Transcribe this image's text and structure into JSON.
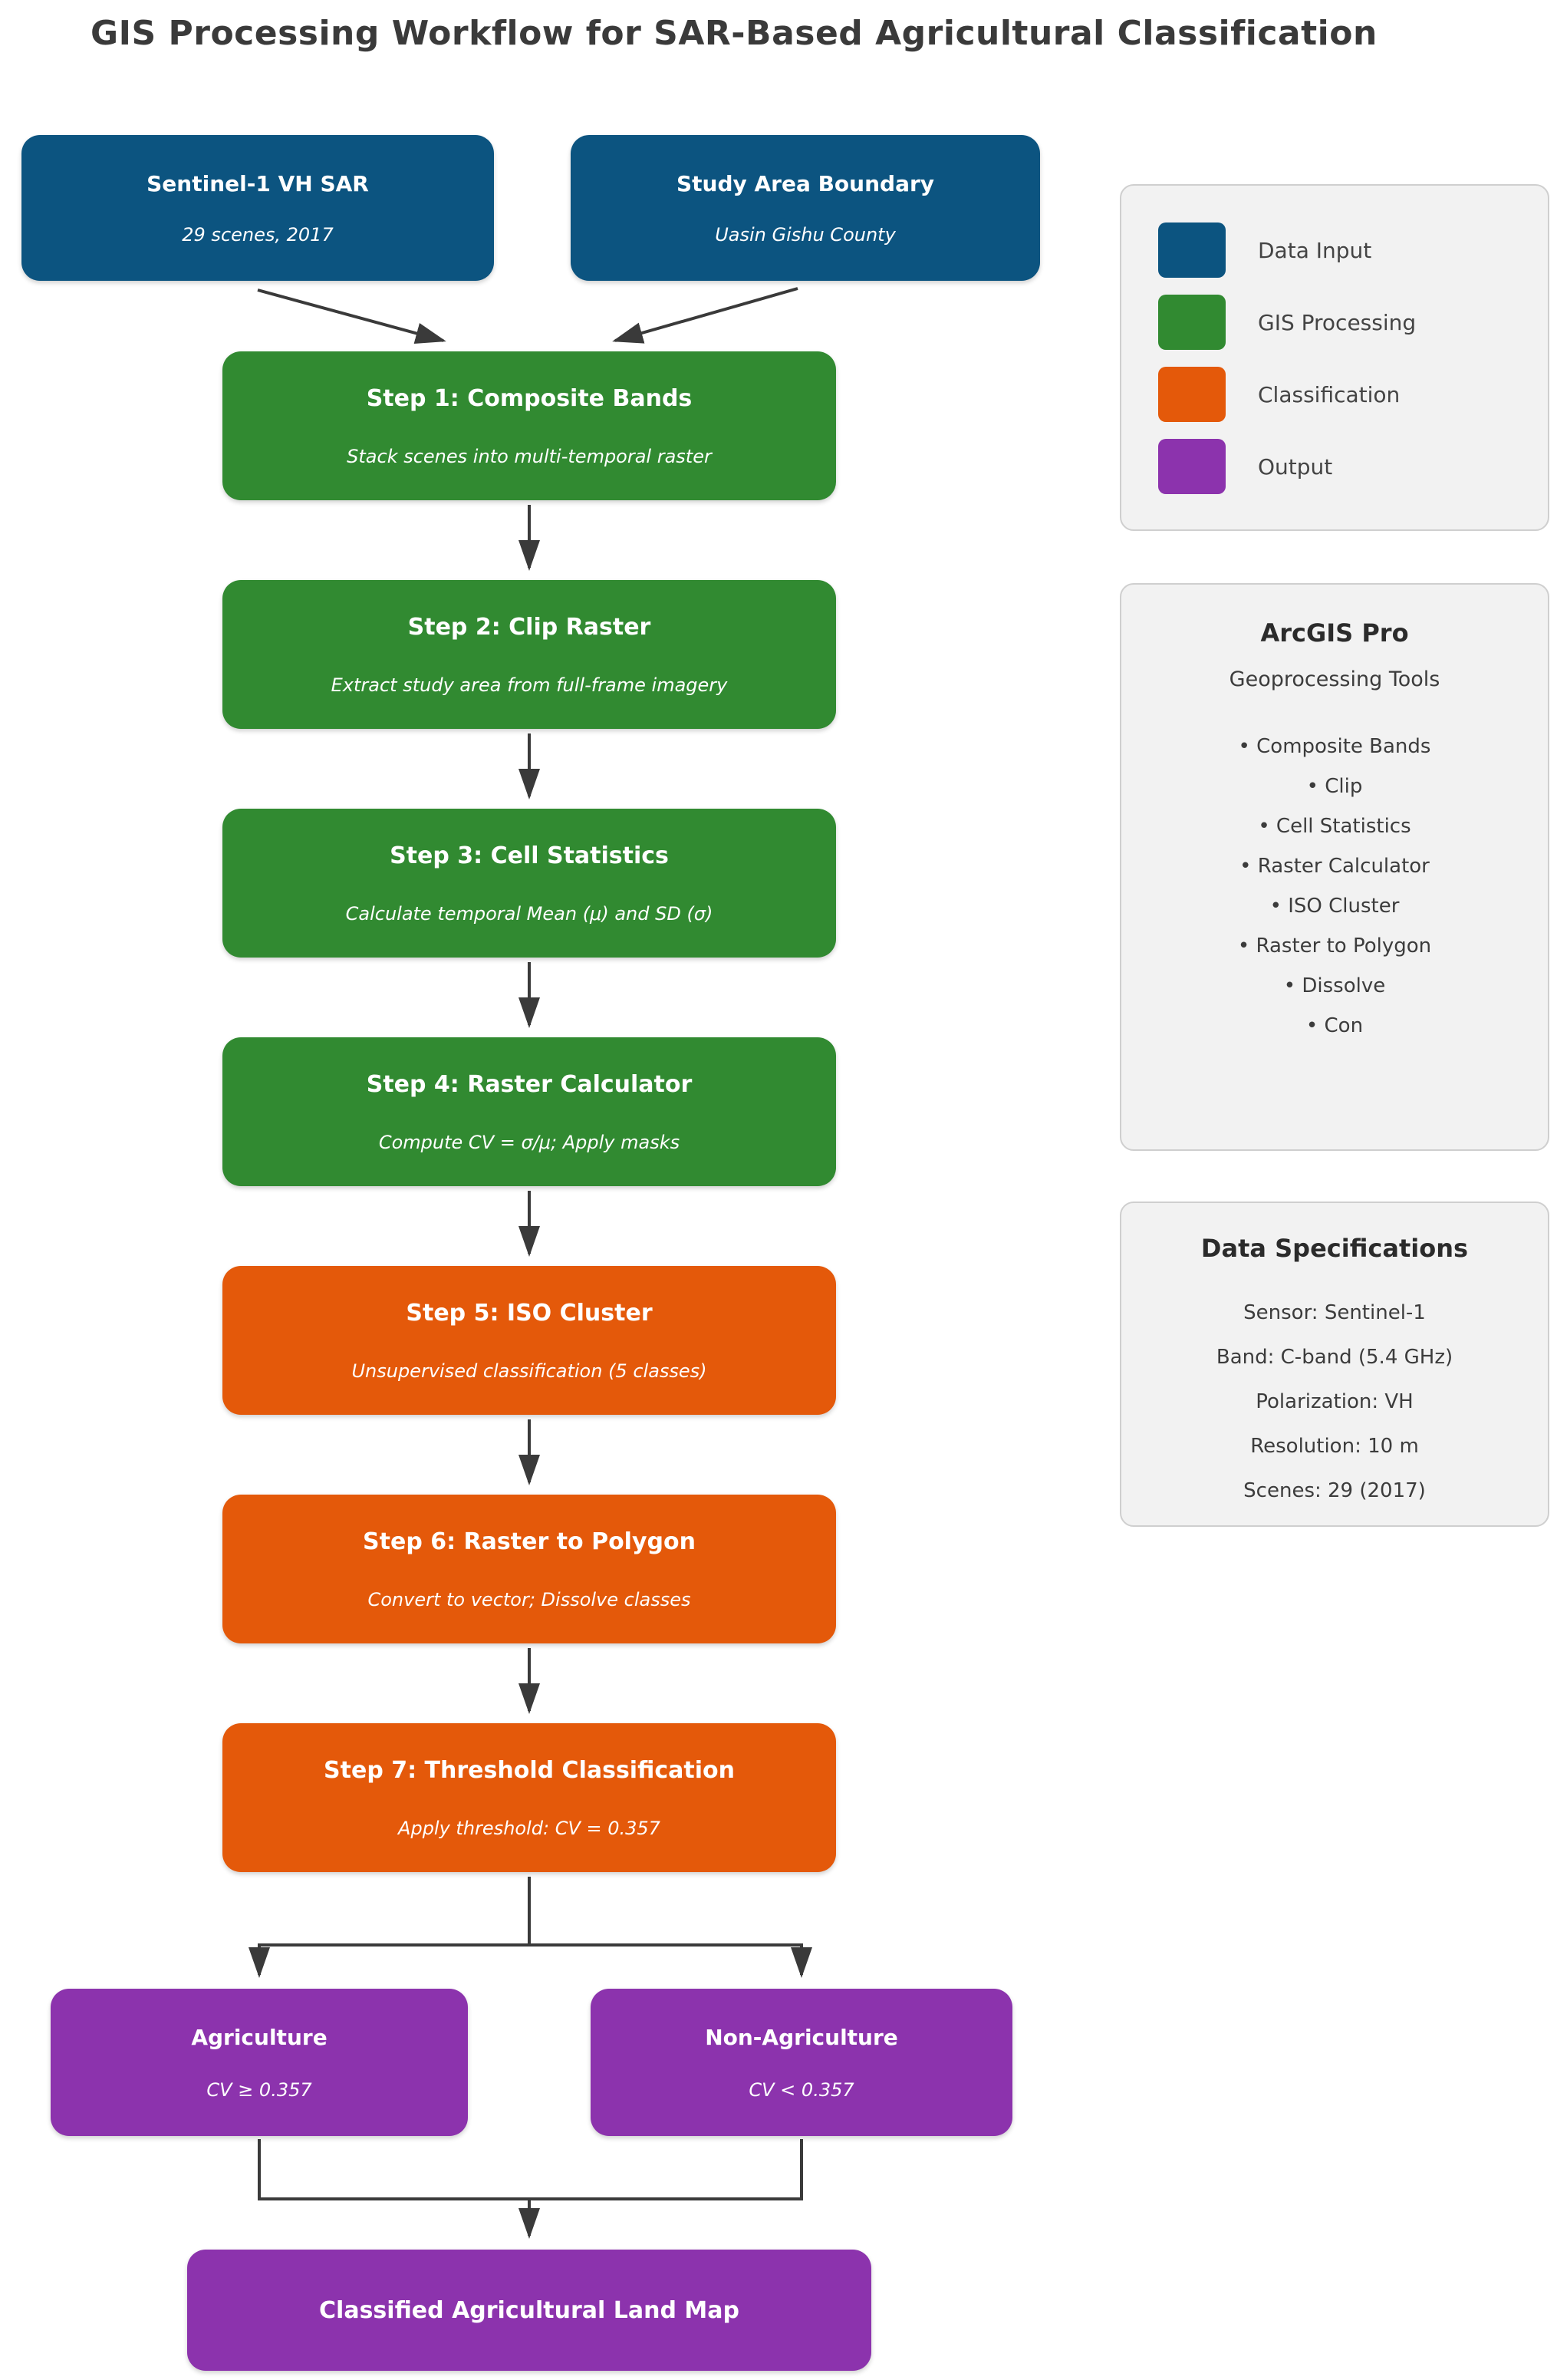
{
  "title": "GIS Processing Workflow for SAR-Based Agricultural Classification",
  "colors": {
    "data_input": "#0c5480",
    "gis_processing": "#318a31",
    "classification": "#e4590a",
    "output": "#8c33ad",
    "arrow": "#3a3a3a",
    "panel_bg": "#f2f2f2"
  },
  "inputs": [
    {
      "title": "Sentinel-1 VH SAR",
      "subtitle": "29 scenes, 2017"
    },
    {
      "title": "Study Area Boundary",
      "subtitle": "Uasin Gishu County"
    }
  ],
  "steps": [
    {
      "title": "Step 1: Composite Bands",
      "subtitle": "Stack scenes into multi-temporal raster"
    },
    {
      "title": "Step 2: Clip Raster",
      "subtitle": "Extract study area from full-frame imagery"
    },
    {
      "title": "Step 3: Cell Statistics",
      "subtitle": "Calculate temporal Mean (μ) and SD (σ)"
    },
    {
      "title": "Step 4: Raster Calculator",
      "subtitle": "Compute CV = σ/μ; Apply masks"
    },
    {
      "title": "Step 5: ISO Cluster",
      "subtitle": "Unsupervised classification (5 classes)"
    },
    {
      "title": "Step 6: Raster to Polygon",
      "subtitle": "Convert to vector; Dissolve classes"
    },
    {
      "title": "Step 7: Threshold Classification",
      "subtitle": "Apply threshold: CV = 0.357"
    }
  ],
  "results": [
    {
      "title": "Agriculture",
      "subtitle": "CV ≥ 0.357"
    },
    {
      "title": "Non-Agriculture",
      "subtitle": "CV < 0.357"
    }
  ],
  "final": {
    "title": "Classified Agricultural Land Map"
  },
  "legend": {
    "items": [
      {
        "label": "Data Input",
        "color": "#0c5480"
      },
      {
        "label": "GIS Processing",
        "color": "#318a31"
      },
      {
        "label": "Classification",
        "color": "#e4590a"
      },
      {
        "label": "Output",
        "color": "#8c33ad"
      }
    ]
  },
  "arcgis": {
    "title": "ArcGIS Pro",
    "subtitle": "Geoprocessing Tools",
    "tools": [
      "• Composite Bands",
      "• Clip",
      "• Cell Statistics",
      "• Raster Calculator",
      "• ISO Cluster",
      "• Raster to Polygon",
      "• Dissolve",
      "• Con"
    ]
  },
  "specs": {
    "title": "Data Specifications",
    "lines": [
      "Sensor: Sentinel-1",
      "Band: C-band (5.4 GHz)",
      "Polarization: VH",
      "Resolution: 10 m",
      "Scenes: 29 (2017)"
    ]
  }
}
